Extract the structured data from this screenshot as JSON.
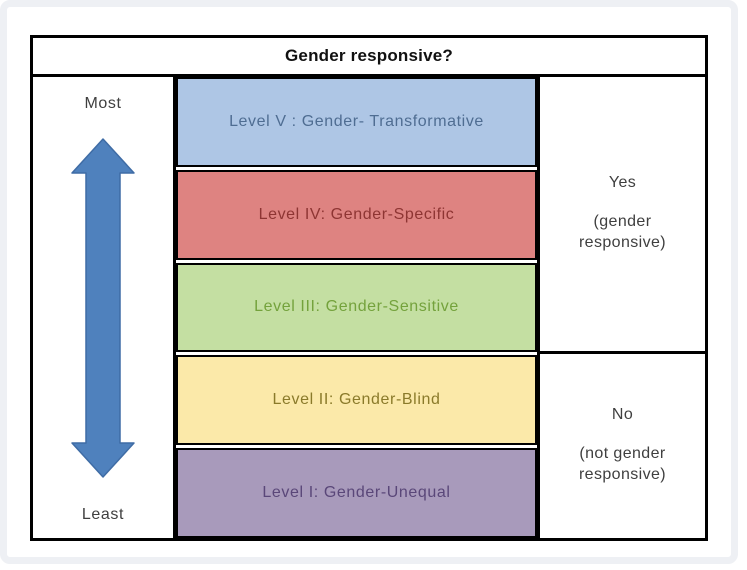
{
  "window": {
    "background": "#ffffff",
    "frame_color": "#eef0f4"
  },
  "header": {
    "title": "Gender responsive?"
  },
  "scale": {
    "most_label": "Most",
    "least_label": "Least"
  },
  "arrow": {
    "direction": "vertical-double-headed",
    "color": "#4f81bd",
    "stroke": "#3f6ca5"
  },
  "levels": [
    {
      "label": "Level V :  Gender- Transformative",
      "fill": "#aec6e5",
      "text_color": "#4f6d92"
    },
    {
      "label": "Level IV: Gender-Specific",
      "fill": "#de8381",
      "text_color": "#8e3533"
    },
    {
      "label": "Level III: Gender-Sensitive",
      "fill": "#c4dfa2",
      "text_color": "#74a23c"
    },
    {
      "label": "Level II: Gender-Blind",
      "fill": "#fbe9a9",
      "text_color": "#8a7a2a"
    },
    {
      "label": "Level I: Gender-Unequal",
      "fill": "#a89abb",
      "text_color": "#5a4779"
    }
  ],
  "answers": {
    "yes": {
      "answer": "Yes",
      "note": "(gender responsive)"
    },
    "no": {
      "answer": "No",
      "note": "(not gender responsive)"
    }
  }
}
